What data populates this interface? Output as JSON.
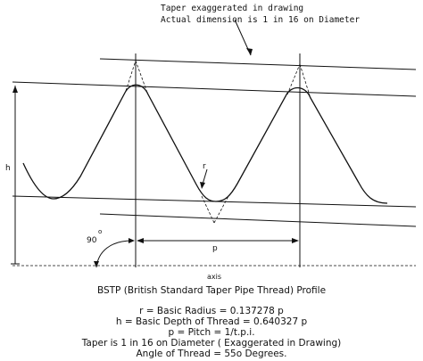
{
  "annotation": {
    "line1": "Taper exaggerated in drawing",
    "line2": "Actual dimension is 1 in 16 on Diameter"
  },
  "labels": {
    "h": "h",
    "r": "r",
    "p": "p",
    "angle": "90",
    "degree_mark": "o",
    "axis": "axis"
  },
  "caption": {
    "title": "BSTP (British Standard Taper Pipe Thread) Profile",
    "lines": [
      "r = Basic Radius = 0.137278 p",
      "h = Basic Depth of Thread = 0.640327 p",
      "p = Pitch = 1/t.p.i.",
      "Taper is 1 in 16 on Diameter ( Exaggerated in Drawing)",
      "Angle of Thread = 55o Degrees."
    ]
  }
}
